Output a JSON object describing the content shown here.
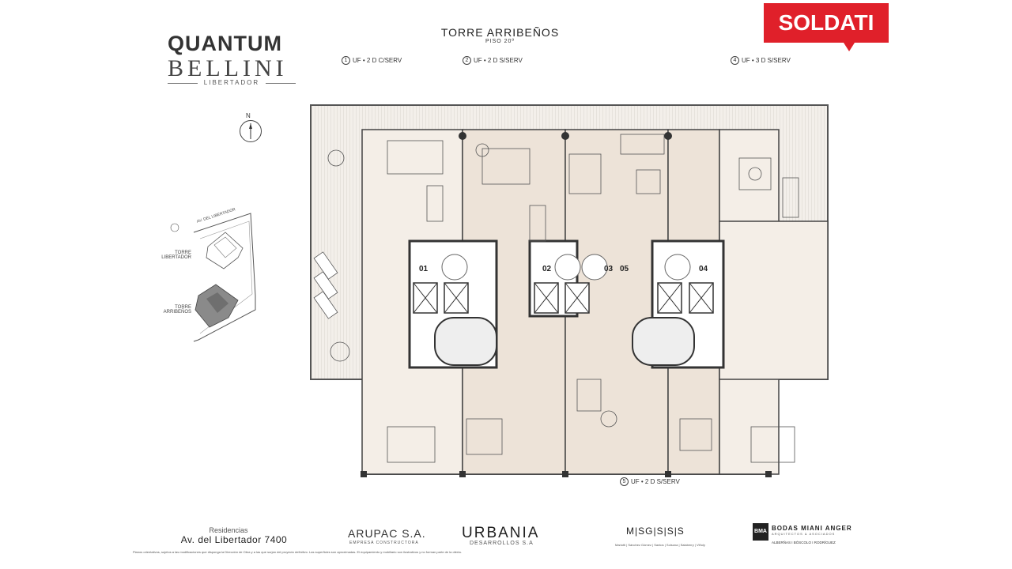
{
  "logo": {
    "line1": "QUANTUM",
    "line2": "BELLINI",
    "line3": "LIBERTADOR"
  },
  "header": {
    "title": "TORRE  ARRIBEÑOS",
    "subtitle": "PISO 20º"
  },
  "units": [
    {
      "num": "1",
      "label": "UF • 2 D C/SERV"
    },
    {
      "num": "2",
      "label": "UF • 2 D S/SERV"
    },
    {
      "num": "4",
      "label": "UF • 3 D S/SERV"
    },
    {
      "num": "5",
      "label": "UF • 2 D S/SERV"
    }
  ],
  "brand": {
    "name": "SOLDATI",
    "color": "#e0202a"
  },
  "compass": {
    "label": "N"
  },
  "site_plan": {
    "street": "AV. DEL LIBERTADOR",
    "tower1": "TORRE LIBERTADOR",
    "tower2": "TORRE ARRIBEÑOS"
  },
  "plan_tags": [
    "01",
    "02",
    "03",
    "05",
    "04"
  ],
  "footer": {
    "residences": "Residencias",
    "address": "Av. del Libertador  7400",
    "arupac": "ARUPAC S.A.",
    "arupac_sub": "EMPRESA CONSTRUCTORA",
    "urbania": "URBANIA",
    "urbania_sub": "DESARROLLOS S.A",
    "msg": "M|SG|S|S|S",
    "msg_sub": "Mariotti | Sánchez Gómez | Santos | Solsona | Salaberry | Viñoly",
    "bma": "BMA",
    "bma_name": "BODAS MIANI ANGER",
    "bma_sub": "ARQUITECTOS & ASOCIADOS",
    "bma_people": "ALBERÑAS I BÓSCOLO I RODRÍGUEZ",
    "disclaimer": "Planos orientativos, sujetos a las modificaciones que disponga la Dirección de Obra y a las que surjan del proyecto definitivo. Las superficies son aproximadas. El equipamiento y mobiliario son ilustrativos y no forman parte de la oferta."
  }
}
